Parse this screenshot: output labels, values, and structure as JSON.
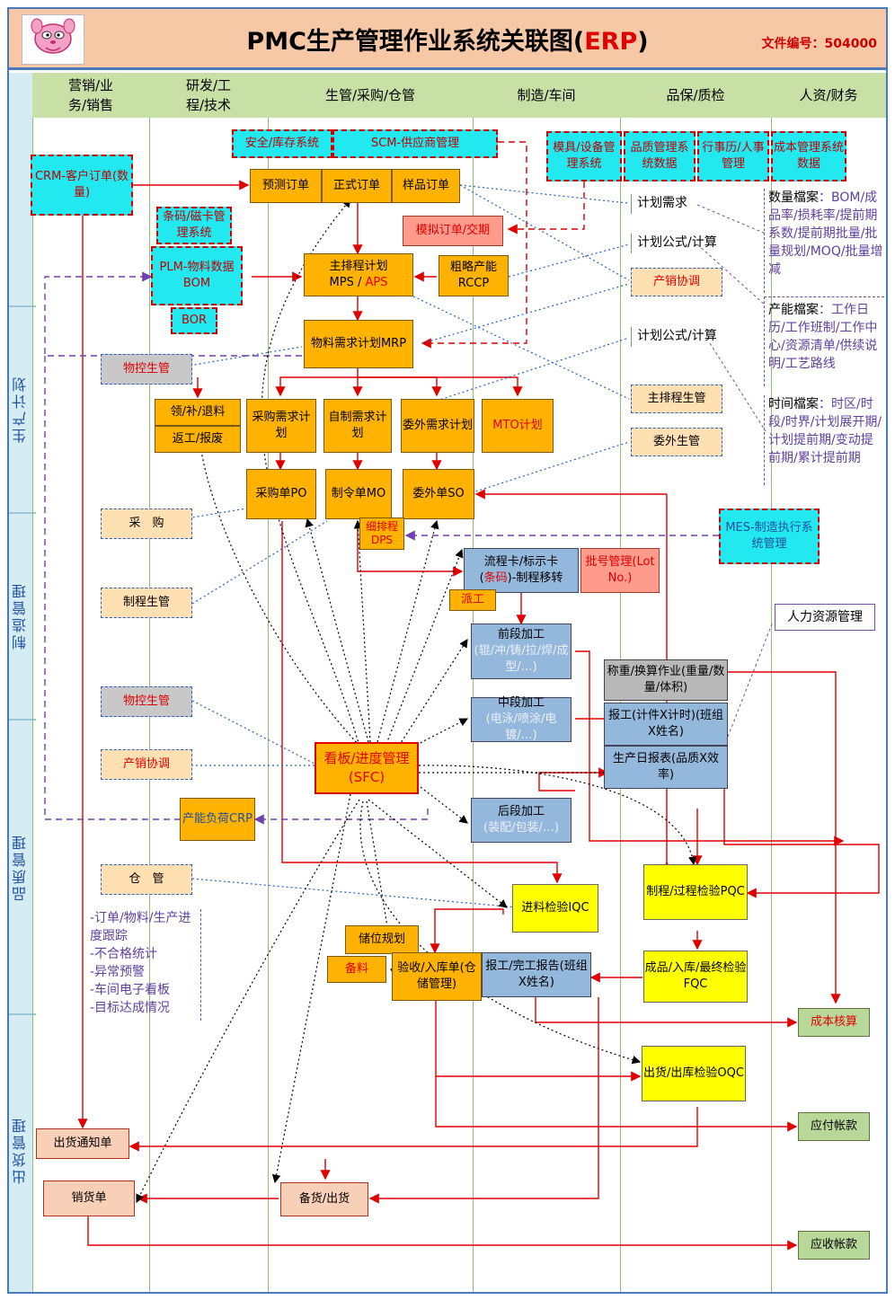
{
  "header": {
    "title_main": "PMC生产管理作业系统关联图(",
    "title_erp": "ERP",
    "title_close": ")",
    "doc_no": "文件编号：504000"
  },
  "columns": [
    "营销/业务/销售",
    "研发/工程/技术",
    "生管/采购/仓管",
    "制造/车间",
    "品保/质检",
    "人资/财务"
  ],
  "sections": [
    "生产计划",
    "制造管理",
    "品质管理",
    "出货管理"
  ],
  "nodes": {
    "crm": "CRM-客户订单(数量)",
    "safety": "安全/库存系统",
    "scm": "SCM-供应商管理",
    "mold": "模具/设备管理系统",
    "qms": "品质管理系统数据",
    "hr": "行事历/人事管理",
    "cost": "成本管理系统数据",
    "forecast": "预测订单",
    "formal": "正式订单",
    "sample": "样品订单",
    "barcode": "条码/磁卡管理系统",
    "sim": "模拟订单/交期",
    "plm": "PLM-物料数据BOM",
    "mps_a": "主排程计划",
    "mps_b": "MPS / ",
    "mps_c": "APS",
    "rccp": "粗略产能RCCP",
    "bor": "BOR",
    "mrp": "物料需求计划MRP",
    "matctl1": "物控生管",
    "receive": "领/补/退料",
    "rework": "返工/报废",
    "purreq": "采购需求计划",
    "selfreq": "自制需求计划",
    "outreq": "委外需求计划",
    "mto": "MTO计划",
    "po": "采购单PO",
    "mo": "制令单MO",
    "so": "委外单SO",
    "purchase": "采　购",
    "dps": "细排程DPS",
    "mes": "MES-制造执行系统管理",
    "flowcard_a": "流程卡/标示卡",
    "flowcard_b": "(",
    "flowcard_c": "条码",
    "flowcard_d": ")-制程移转",
    "lot": "批号管理(Lot No.)",
    "dispatch": "派工",
    "procctl": "制程生管",
    "front_a": "前段加工",
    "front_b": "(辊/冲/铸/拉/焊/成型/…)",
    "weigh": "称重/换算作业(重量/数量/体积)",
    "hrres": "人力资源管理",
    "matctl2": "物控生管",
    "mid_a": "中段加工",
    "mid_b": "(电泳/喷涂/电镀/…)",
    "report1": "报工(计件X计时)(班组X姓名)",
    "daily": "生产日报表(品质X效率)",
    "coord2": "产销协调",
    "kanban": "看板/进度管理(SFC)",
    "crp": "产能负荷CRP",
    "back_a": "后段加工",
    "back_b": "(装配/包装/…)",
    "pqc": "制程/过程检验PQC",
    "store": "仓　管",
    "iqc": "进料检验IQC",
    "stock": "储位规划",
    "prep": "备料",
    "accept": "验收/入库单(仓储管理)",
    "report2": "报工/完工报告(班组X姓名)",
    "fqc": "成品/入库/最终检验 FQC",
    "costcalc": "成本核算",
    "oqc": "出货/出库检验OQC",
    "payable": "应付帐款",
    "shipnote": "出货通知单",
    "salesbill": "销货单",
    "prepship": "备货/出货",
    "receivable": "应收帐款",
    "plan_demand": "计划需求",
    "plan_formula1": "计划公式/计算",
    "coord1": "产销协调",
    "plan_formula2": "计划公式/计算",
    "mainsched": "主排程生管",
    "outsched": "委外生管"
  },
  "notes": {
    "bom_head": "数量檔案",
    "bom_body": "：BOM/成品率/损耗率/提前期系数/提前期批量/批量规划/MOQ/批量增减",
    "cap_head": "产能檔案",
    "cap_body": "：工作日历/工作班制/工作中心/资源清单/供续说明/工艺路线",
    "time_head": "时间檔案",
    "time_body": "：时区/时段/时界/计划展开期/计划提前期/变动提前期/累计提前期",
    "track": [
      "-订单/物料/生产进度跟踪",
      "-不合格统计",
      "-异常预警",
      "-车间电子看板",
      "-目标达成情况"
    ]
  },
  "colors": {
    "orange": "#ffb300",
    "cyan": "#22e8f0",
    "blue": "#94b8dc",
    "yellow": "#ffff00",
    "red": "#e00000",
    "header": "#f7c8a5"
  }
}
